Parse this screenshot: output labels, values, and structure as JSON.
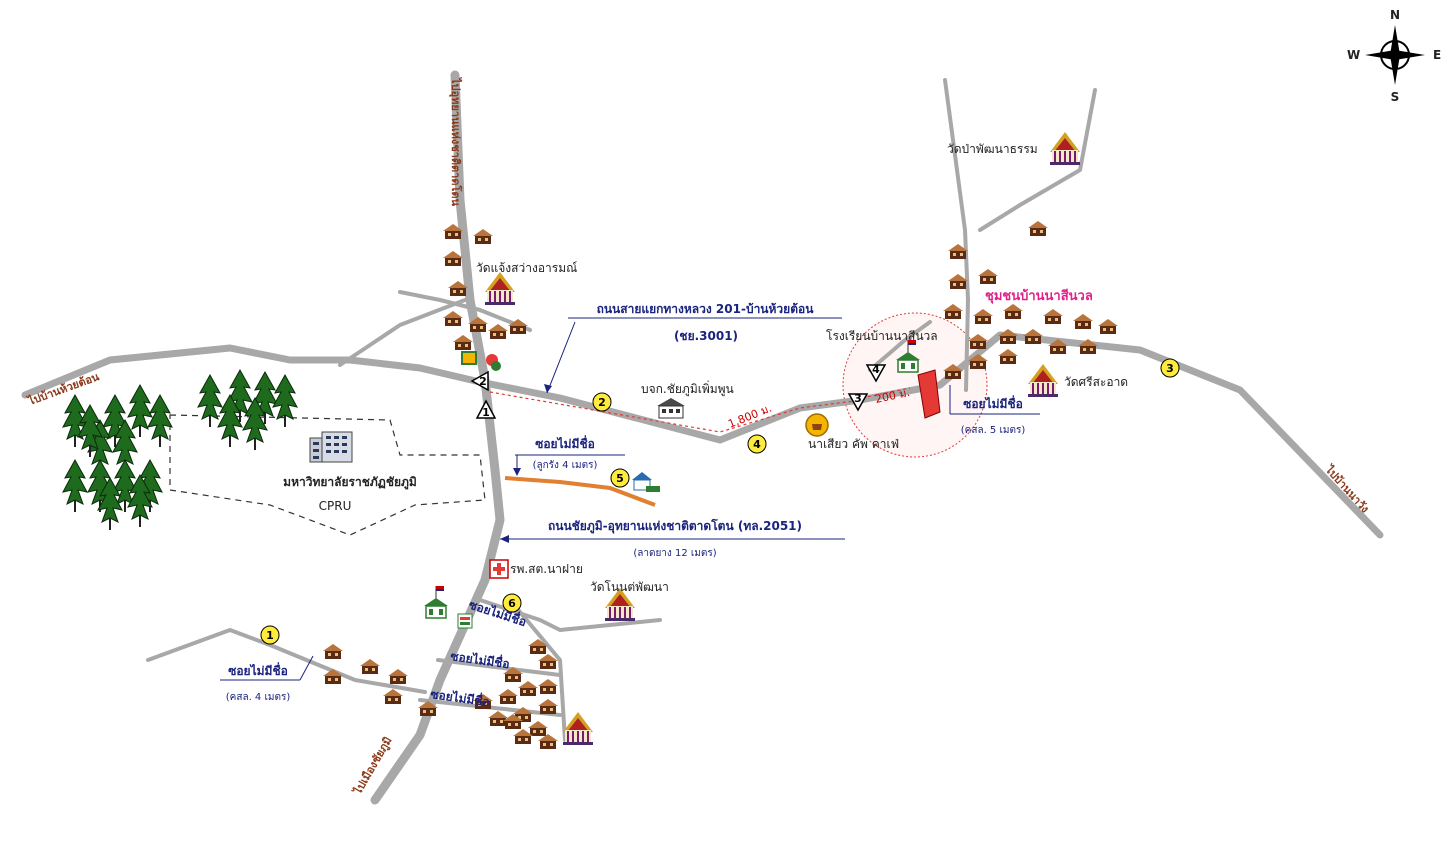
{
  "compass": {
    "n": "N",
    "s": "S",
    "e": "E",
    "w": "W"
  },
  "roads": {
    "main_road_name": "ถนนสายแยกทางหลวง 201-บ้านห้วยต้อน",
    "main_road_code": "(ชย.3001)",
    "highway_name": "ถนนชัยภูมิ-อุทยานแห่งชาติตาดโตน (ทล.2051)",
    "highway_surface": "(ลาดยาง 12 เมตร)",
    "to_huai_ton": "ไปบ้านห้วยต้อน",
    "to_north": "ไปอุทยานแห่งชาติตาดโตน",
    "to_east": "ไปบ้านนาวัง",
    "to_south": "ไปเมืองชัยภูมิ"
  },
  "places": {
    "wat_chaeng": "วัดแจ้งสว่างอารมณ์",
    "wat_pa": "วัดป่าพัฒนาธรรม",
    "community": "ชุมชนบ้านนาสีนวล",
    "school": "โรงเรียนบ้านนาสีนวล",
    "wat_si": "วัดศรีสะอาด",
    "company": "บจก.ชัยภูมิเพิ่มพูน",
    "cafe": "นาเสียว คัพ คาเฟ่",
    "university": "มหาวิทยาลัยราชภัฏชัยภูมิ",
    "university_abbr": "CPRU",
    "hospital": "รพ.สต.นาฝาย",
    "wat_non": "วัดโนนต่พัฒนา"
  },
  "alleys": {
    "unnamed": "ซอยไม่มีชื่อ",
    "laterite_4": "(ลูกรัง 4 เมตร)",
    "concrete_5": "(คสล. 5 เมตร)",
    "concrete_4": "(คสล. 4 เมตร)"
  },
  "distances": {
    "d1800": "1,800 ม.",
    "d200": "200 ม."
  },
  "markers": {
    "m1": "1",
    "m2": "2",
    "m3": "3",
    "m4": "4",
    "m5": "5",
    "m6": "6"
  },
  "nodes": {
    "n1": "1",
    "n2": "2",
    "n3": "3",
    "n4": "4"
  }
}
